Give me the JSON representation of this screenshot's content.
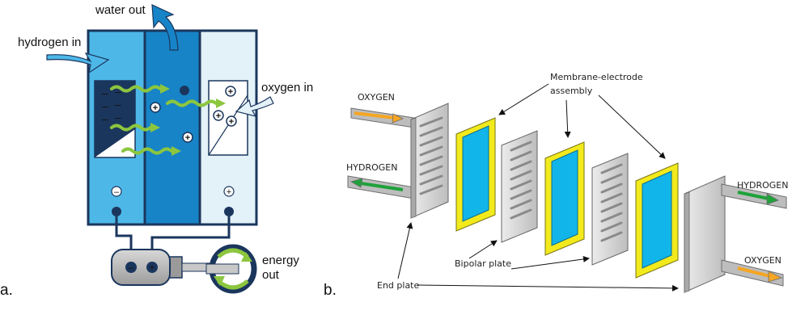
{
  "panel_a": {
    "panel_letter": "a.",
    "labels": {
      "hydrogen_in": "hydrogen in",
      "water_out": "water out",
      "oxygen_in": "oxygen in",
      "energy_out_line1": "energy",
      "energy_out_line2": "out"
    },
    "symbols": {
      "minus": "–",
      "plus": "+"
    },
    "colors": {
      "anode": "#4db8e8",
      "electrolyte": "#1784c7",
      "cathode": "#e3f1f8",
      "frame": "#1b365d",
      "arrow_green": "#8cc63f",
      "motor": "#bfbfbf"
    }
  },
  "panel_b": {
    "panel_letter": "b.",
    "labels": {
      "mea_line1": "Membrane-electrode",
      "mea_line2": "assembly",
      "oxygen_left": "OXYGEN",
      "hydrogen_left": "HYDROGEN",
      "hydrogen_right": "HYDROGEN",
      "oxygen_right": "OXYGEN",
      "bipolar_plate": "Bipolar plate",
      "end_plate": "End plate"
    },
    "colors": {
      "plate": "#d9d9d9",
      "mea_frame": "#f2ea1c",
      "mea_core": "#12b5ea",
      "oxygen_arrow": "#f5a623",
      "hydrogen_arrow": "#1fa23a"
    }
  }
}
